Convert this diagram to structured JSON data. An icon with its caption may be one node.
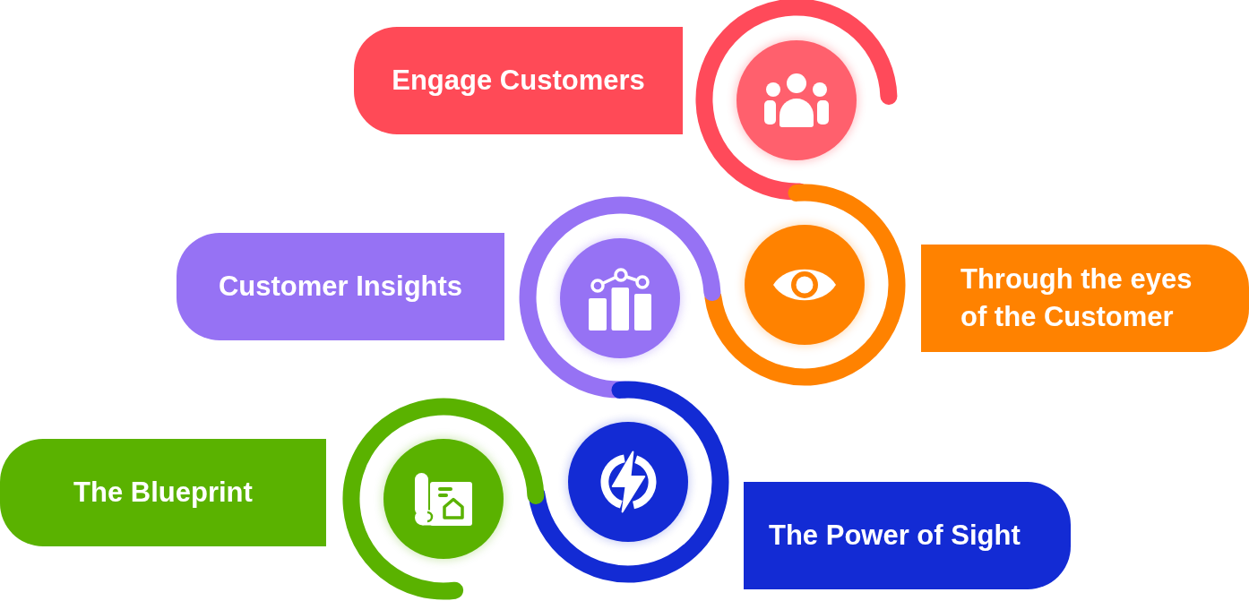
{
  "diagram": {
    "nodes": [
      {
        "text": [
          "Engage Customers"
        ]
      },
      {
        "text": [],
        "shape": "circle"
      },
      {
        "text": [
          "Through the eyes of the Customer"
        ]
      },
      {
        "text": [],
        "shape": "circle"
      },
      {
        "text": [
          "Customer Insights"
        ]
      },
      {
        "text": [],
        "shape": "circle"
      },
      {
        "text": [
          "The Power of Sight"
        ]
      },
      {
        "text": [],
        "shape": "circle"
      },
      {
        "text": [
          "The Blueprint"
        ]
      },
      {
        "text": [],
        "shape": "circle"
      }
    ]
  }
}
